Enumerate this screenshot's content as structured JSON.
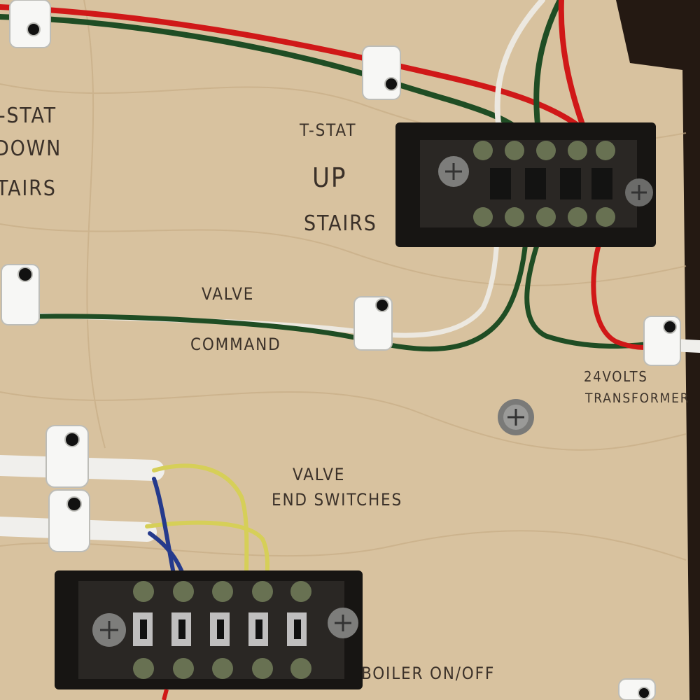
{
  "colors": {
    "board": "#d8c29f",
    "background": "#241912",
    "red_wire": "#d01818",
    "green_wire": "#1f4d24",
    "white_wire": "#ece8e0",
    "yellow_wire": "#d6cf58",
    "blue_wire": "#253a8c",
    "terminal_block": "#171513",
    "screw": "#8e8e8e",
    "clip": "#f7f7f5",
    "pencil": "#3b3129"
  },
  "labels": {
    "tstat_down_line1": "T-STAT",
    "tstat_down_line2": "DOWN",
    "tstat_down_line3": "STAIRS",
    "tstat_up_line1": "T-STAT",
    "tstat_up_line2": "UP",
    "tstat_up_line3": "STAIRS",
    "valve_command_line1": "VALVE",
    "valve_command_line2": "COMMAND",
    "transformer_line1": "24VOLTS",
    "transformer_line2": "TRANSFORMER",
    "end_switches_line1": "VALVE",
    "end_switches_line2": "END SWITCHES",
    "boiler": "BOILER ON/OFF"
  },
  "icons": {
    "terminal_block_upper": "terminal-block-icon",
    "terminal_block_lower": "terminal-block-icon",
    "screw": "screw-icon",
    "cable_clip": "cable-clip-icon"
  }
}
